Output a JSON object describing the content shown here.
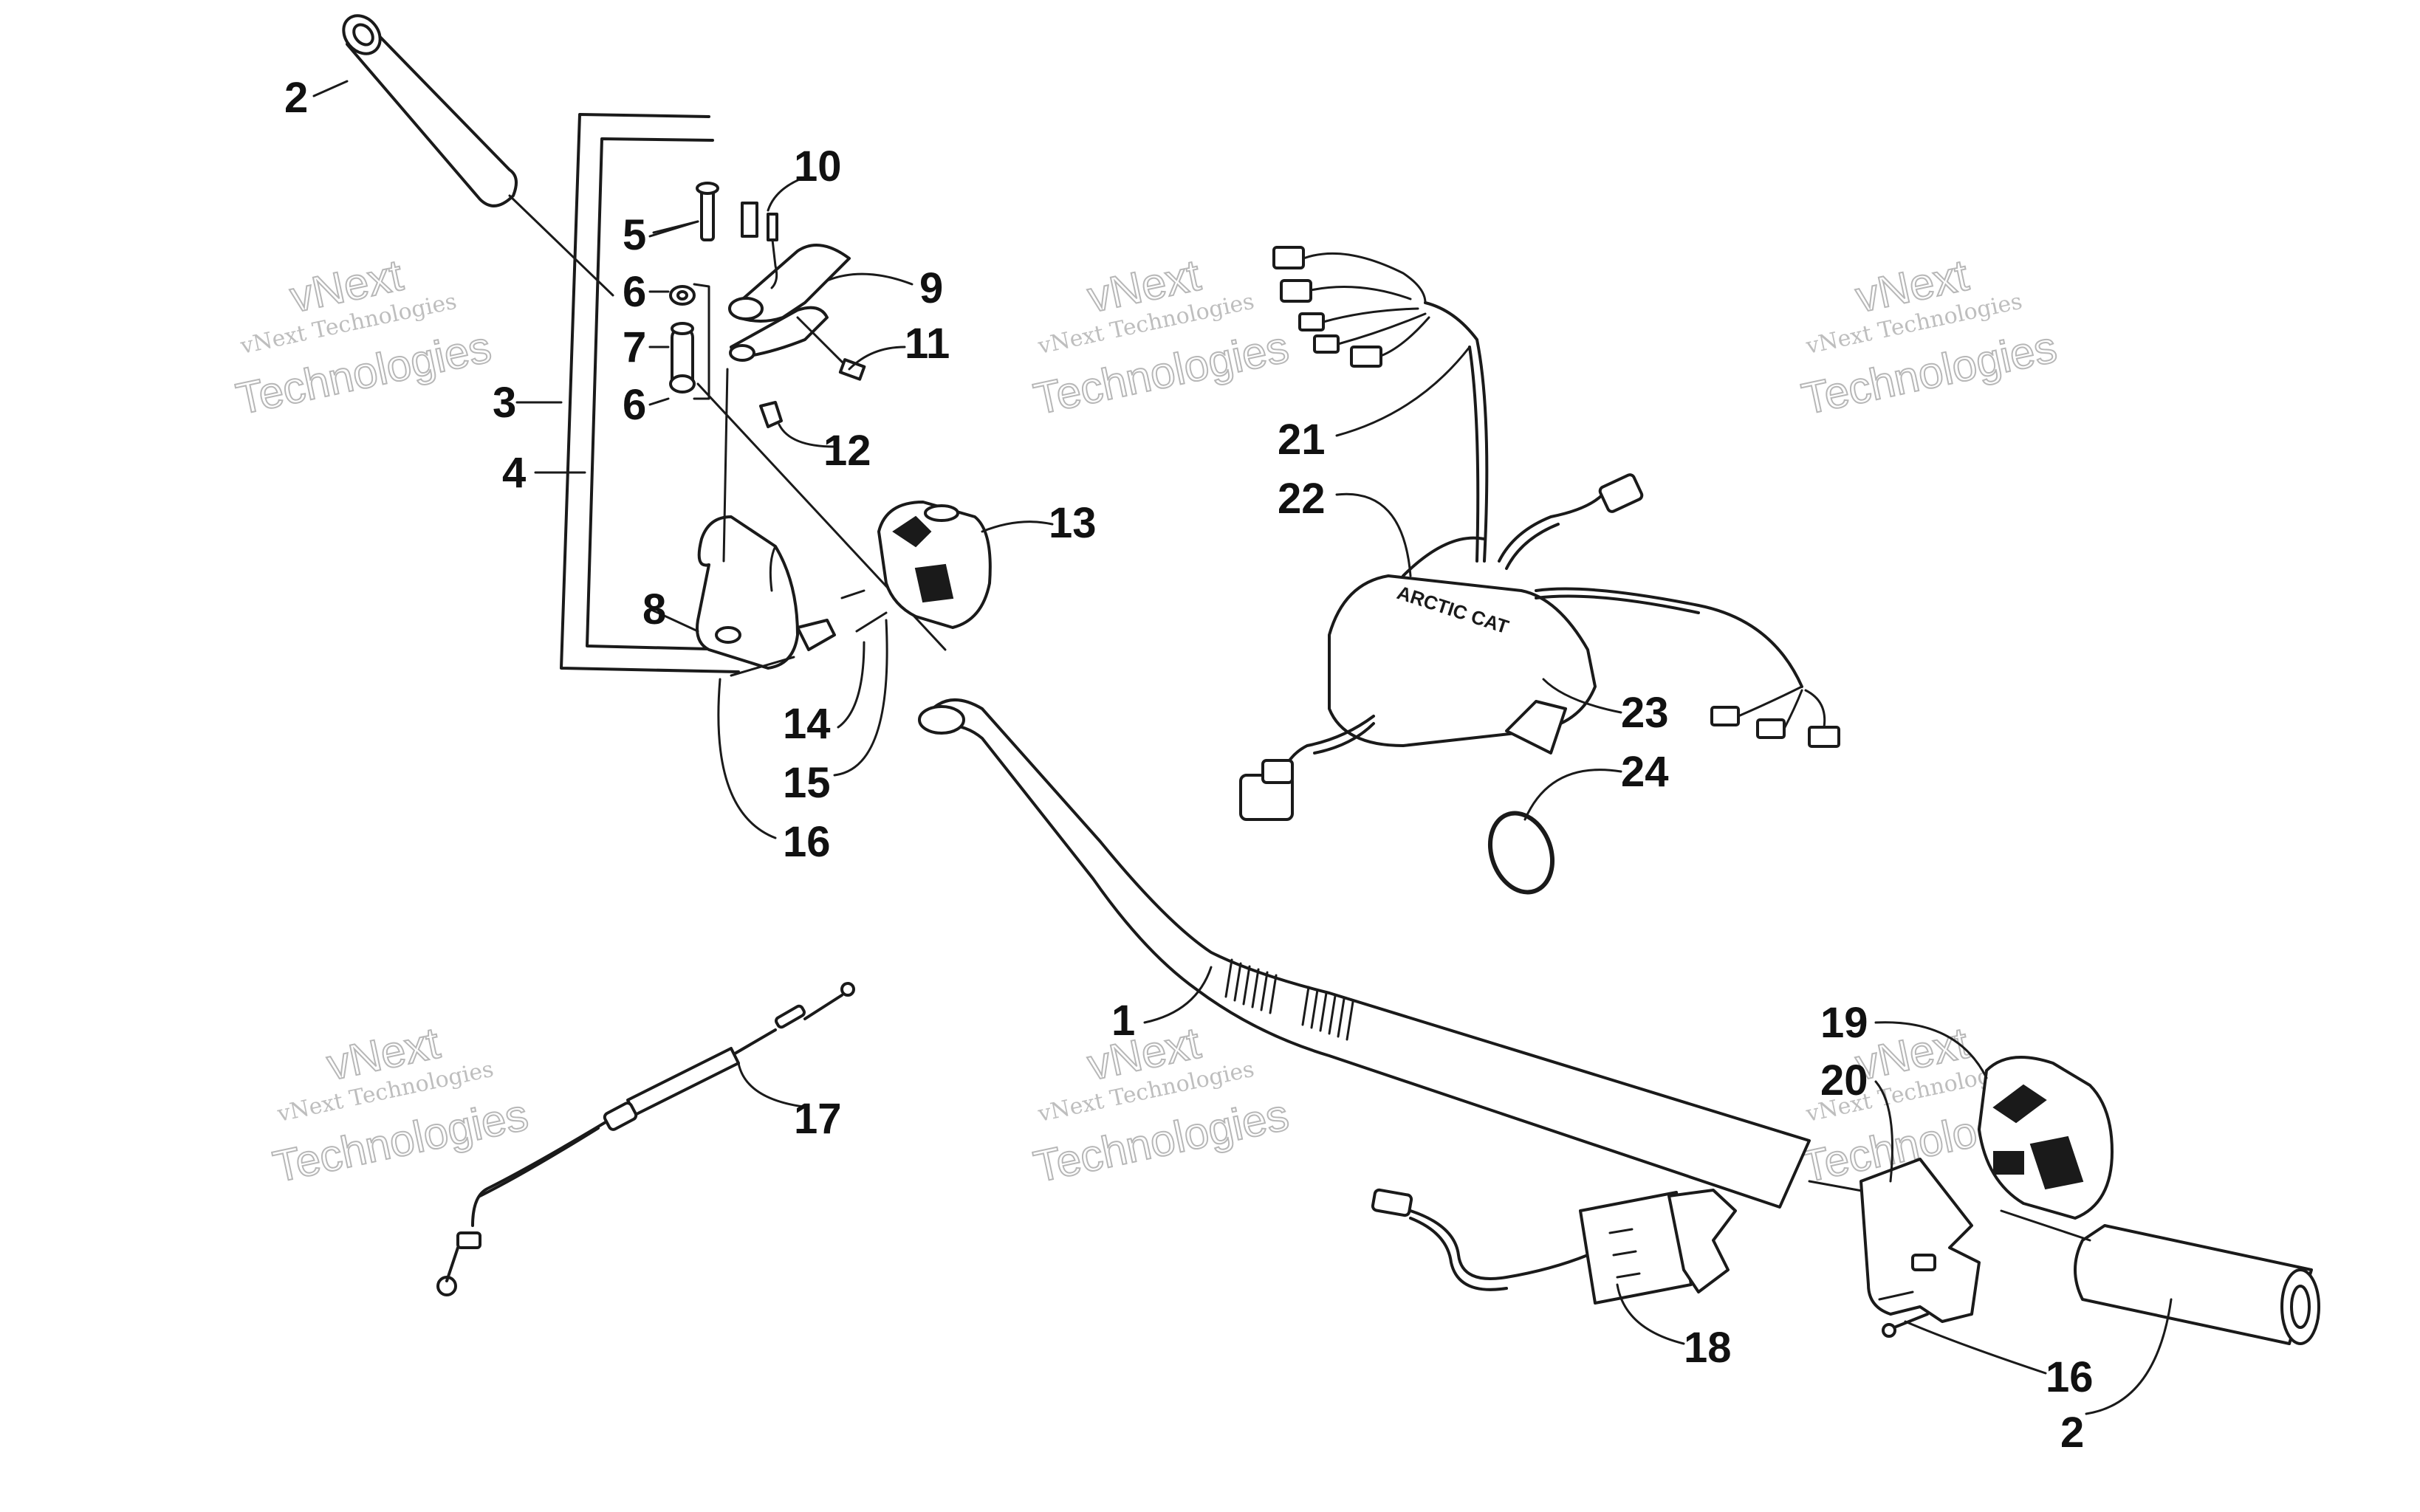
{
  "watermark": {
    "line1": "vNext Technologies",
    "line2": "Technologies",
    "outline": "vNext"
  },
  "callouts": [
    {
      "id": "1",
      "label": "1"
    },
    {
      "id": "2a",
      "label": "2"
    },
    {
      "id": "2b",
      "label": "2"
    },
    {
      "id": "3",
      "label": "3"
    },
    {
      "id": "4",
      "label": "4"
    },
    {
      "id": "5",
      "label": "5"
    },
    {
      "id": "6a",
      "label": "6"
    },
    {
      "id": "6b",
      "label": "6"
    },
    {
      "id": "7",
      "label": "7"
    },
    {
      "id": "8",
      "label": "8"
    },
    {
      "id": "9",
      "label": "9"
    },
    {
      "id": "10",
      "label": "10"
    },
    {
      "id": "11",
      "label": "11"
    },
    {
      "id": "12",
      "label": "12"
    },
    {
      "id": "13",
      "label": "13"
    },
    {
      "id": "14",
      "label": "14"
    },
    {
      "id": "15",
      "label": "15"
    },
    {
      "id": "16a",
      "label": "16"
    },
    {
      "id": "16b",
      "label": "16"
    },
    {
      "id": "17",
      "label": "17"
    },
    {
      "id": "18",
      "label": "18"
    },
    {
      "id": "19",
      "label": "19"
    },
    {
      "id": "20",
      "label": "20"
    },
    {
      "id": "21",
      "label": "21"
    },
    {
      "id": "22",
      "label": "22"
    },
    {
      "id": "23",
      "label": "23"
    },
    {
      "id": "24",
      "label": "24"
    }
  ],
  "colors": {
    "line": "#1a1a1a",
    "background": "#ffffff",
    "watermark": "#9a9a9a"
  }
}
